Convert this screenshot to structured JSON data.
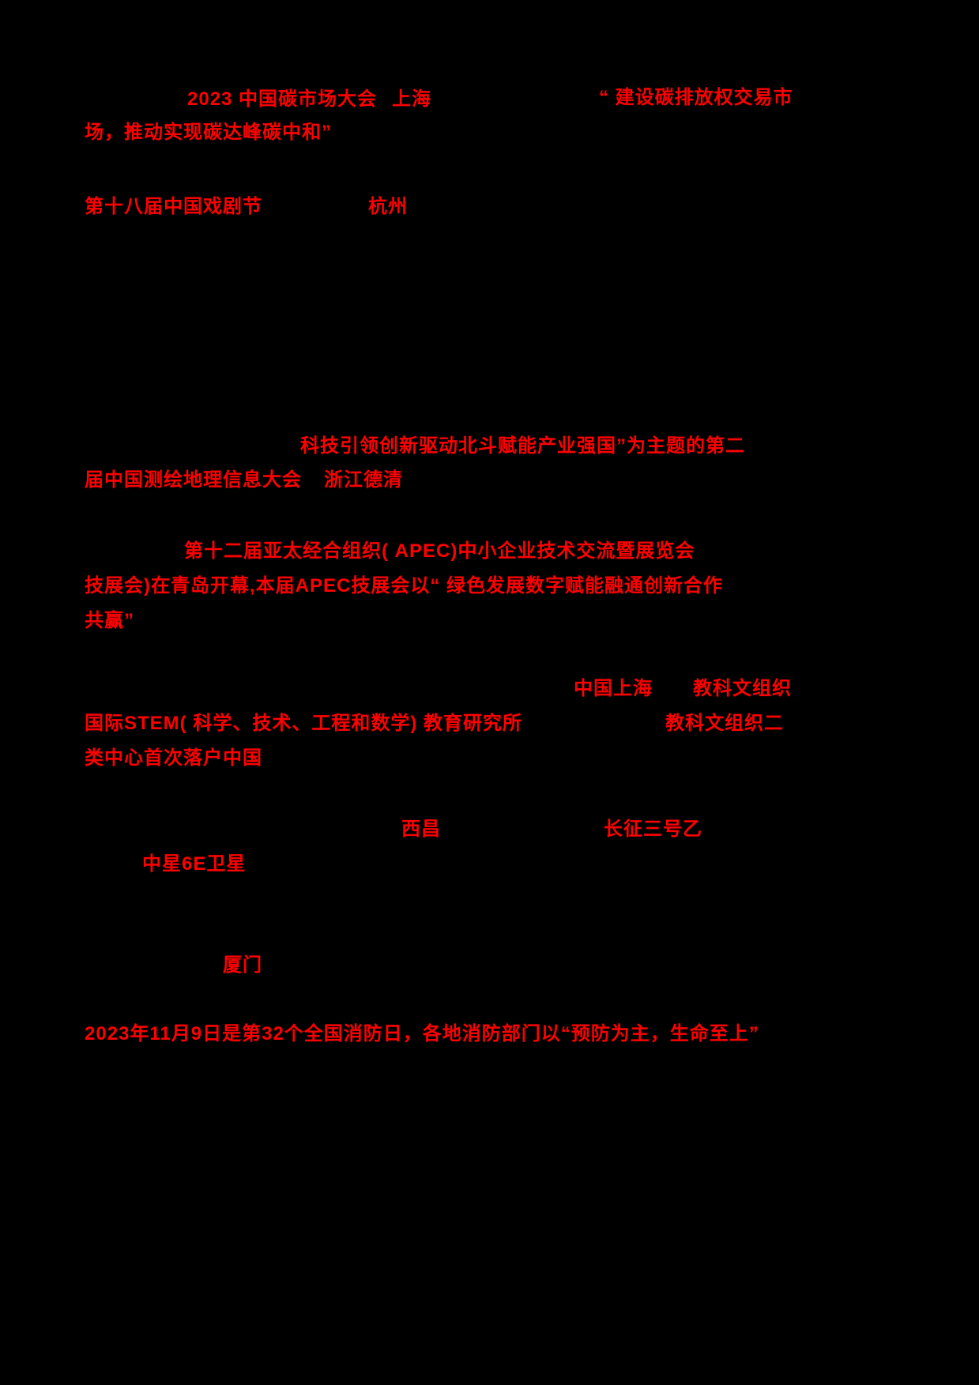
{
  "page": {
    "background": "#000000",
    "highlight_color": "#fe0000"
  },
  "segments": [
    {
      "name": "carbon-market-conference",
      "text": "2023 中国碳市场大会"
    },
    {
      "name": "carbon-market-city",
      "text": "上海"
    },
    {
      "name": "carbon-market-theme-start",
      "text": "“ 建设碳排放权交易市"
    },
    {
      "name": "carbon-market-theme-end",
      "text": "场，推动实现碳达峰碳中和”"
    },
    {
      "name": "drama-festival-name",
      "text": "第十八届中国戏剧节"
    },
    {
      "name": "drama-festival-city",
      "text": "杭州"
    },
    {
      "name": "surveying-conference-theme",
      "text": "科技引领创新驱动北斗赋能产业强国”为主题的第二"
    },
    {
      "name": "surveying-conference-name",
      "text": "届中国测绘地理信息大会"
    },
    {
      "name": "surveying-conference-city",
      "text": "浙江德清"
    },
    {
      "name": "apec-expo-name",
      "text": "第十二届亚太经合组织( APEC)中小企业技术交流暨展览会"
    },
    {
      "name": "apec-expo-theme-start",
      "text": "技展会)在青岛开幕,本届APEC技展会以“ 绿色发展数字赋能融通创新合作"
    },
    {
      "name": "apec-expo-theme-end",
      "text": "共赢”"
    },
    {
      "name": "stem-city",
      "text": "中国上海"
    },
    {
      "name": "stem-org",
      "text": "教科文组织"
    },
    {
      "name": "stem-institute",
      "text": "国际STEM( 科学、技术、工程和数学) 教育研究所"
    },
    {
      "name": "stem-center-start",
      "text": "教科文组织二"
    },
    {
      "name": "stem-center-end",
      "text": "类中心首次落户中国"
    },
    {
      "name": "launch-site",
      "text": "西昌"
    },
    {
      "name": "rocket-name",
      "text": "长征三号乙"
    },
    {
      "name": "satellite-name",
      "text": "中星6E卫星"
    },
    {
      "name": "city-xiamen",
      "text": "厦门"
    },
    {
      "name": "fire-safety-day",
      "text": "2023年11月9日是第32个全国消防日，各地消防部门以“预防为主，生命至上”"
    }
  ]
}
